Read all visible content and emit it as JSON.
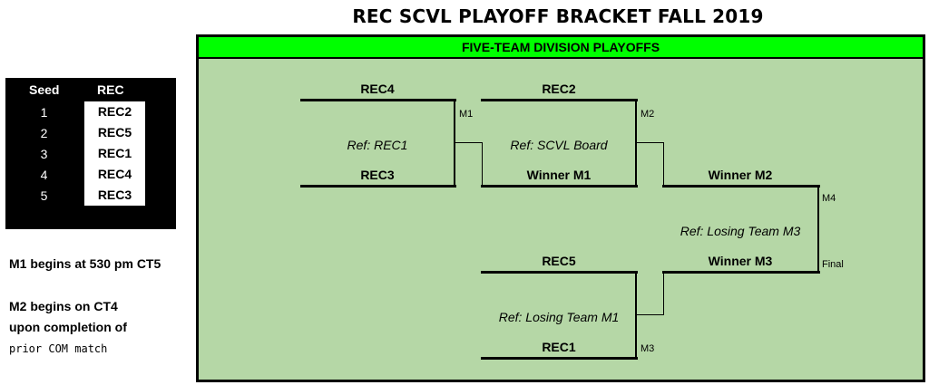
{
  "title": "REC SCVL PLAYOFF BRACKET FALL 2019",
  "seed_table": {
    "header_seed": "Seed",
    "header_team": "REC",
    "rows": [
      {
        "seed": "1",
        "team": "REC2"
      },
      {
        "seed": "2",
        "team": "REC5"
      },
      {
        "seed": "3",
        "team": "REC1"
      },
      {
        "seed": "4",
        "team": "REC4"
      },
      {
        "seed": "5",
        "team": "REC3"
      }
    ]
  },
  "notes": {
    "m1_time": "M1 begins at 530 pm CT5",
    "m2_line1": "M2 begins on CT4",
    "m2_line2": "upon completion of",
    "m2_line3": "prior COM match"
  },
  "bracket": {
    "header": "FIVE-TEAM DIVISION PLAYOFFS",
    "m1": {
      "top": "REC4",
      "bottom": "REC3",
      "ref": "Ref: REC1",
      "label": "M1"
    },
    "m2": {
      "top": "REC2",
      "bottom": "Winner M1",
      "ref": "Ref: SCVL Board",
      "label": "M2"
    },
    "m3": {
      "top": "REC5",
      "bottom": "REC1",
      "ref": "Ref: Losing Team M1",
      "label": "M3"
    },
    "m4": {
      "top": "Winner M2",
      "bottom": "Winner M3",
      "ref": "Ref: Losing Team M3",
      "label": "M4"
    },
    "final_label": "Final"
  }
}
